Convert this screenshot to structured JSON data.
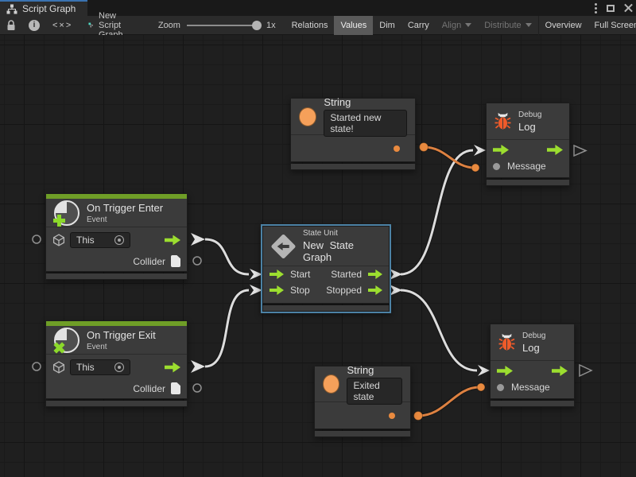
{
  "tab": {
    "title": "Script Graph"
  },
  "toolbar": {
    "code_glyph": "<×>",
    "graph_label": "New Script Graph",
    "zoom_label": "Zoom",
    "zoom_value": "1x",
    "buttons": [
      {
        "label": "Relations"
      },
      {
        "label": "Values"
      },
      {
        "label": "Dim"
      },
      {
        "label": "Carry"
      },
      {
        "label": "Align"
      },
      {
        "label": "Distribute"
      },
      {
        "label": "Overview"
      },
      {
        "label": "Full Screen"
      }
    ]
  },
  "nodes": {
    "string_top": {
      "title": "String",
      "value": "Started new state!"
    },
    "debug_top": {
      "category": "Debug",
      "title": "Log",
      "message_label": "Message"
    },
    "on_trigger_enter": {
      "title": "On Trigger Enter",
      "subtitle": "Event",
      "target_value": "This",
      "collider_label": "Collider"
    },
    "state_unit": {
      "category": "State Unit",
      "title": "New State Graph",
      "start_label": "Start",
      "stop_label": "Stop",
      "started_label": "Started",
      "stopped_label": "Stopped"
    },
    "on_trigger_exit": {
      "title": "On Trigger Exit",
      "subtitle": "Event",
      "target_value": "This",
      "collider_label": "Collider"
    },
    "string_bottom": {
      "title": "String",
      "value": "Exited state"
    },
    "debug_bottom": {
      "category": "Debug",
      "title": "Log",
      "message_label": "Message"
    }
  },
  "colors": {
    "flow_green": "#9cde2f",
    "event_green": "#6f9e27",
    "value_orange": "#e98a3f",
    "wire_white": "#dcdcdc",
    "wire_orange": "#dd8141",
    "selection_blue": "#4c82a5"
  }
}
